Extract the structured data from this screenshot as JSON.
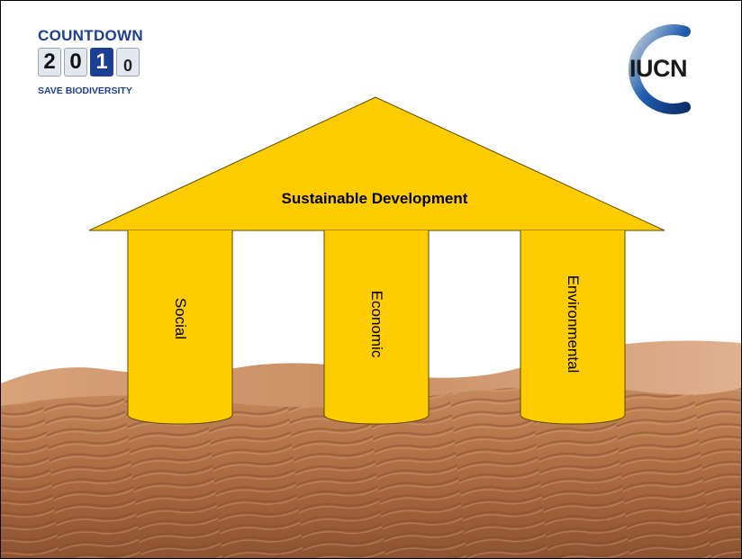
{
  "logos": {
    "countdown": {
      "word": "COUNTDOWN",
      "digits": [
        "2",
        "0",
        "1",
        "0"
      ],
      "tagline": "SAVE BIODIVERSITY"
    },
    "iucn": {
      "text": "IUCN"
    }
  },
  "diagram": {
    "roof_label": "Sustainable Development",
    "pillars": [
      {
        "label": "Social"
      },
      {
        "label": "Economic"
      },
      {
        "label": "Environmental"
      }
    ]
  },
  "colors": {
    "structure_fill": "#ffcc00",
    "structure_stroke": "#5a4a00",
    "brand_blue": "#1c3f94",
    "sand": "#b8774a"
  }
}
